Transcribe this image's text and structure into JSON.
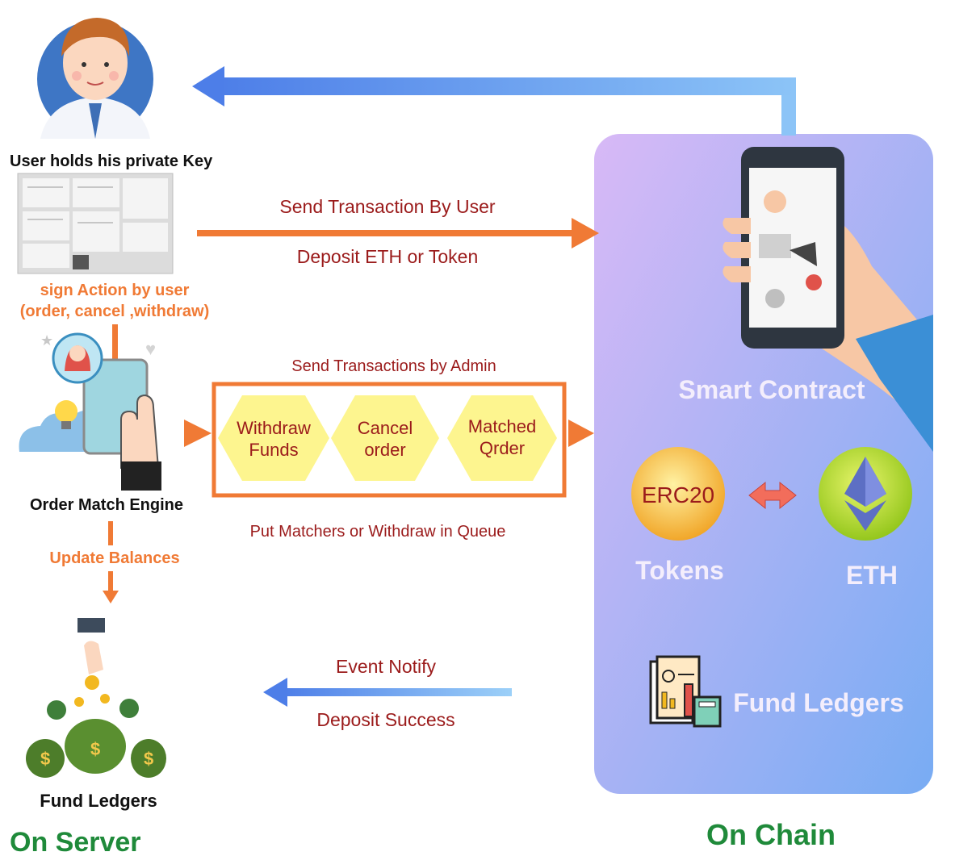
{
  "left": {
    "user_caption": "User holds his private Key",
    "sign_action_line1": "sign Action by user",
    "sign_action_line2": "(order, cancel ,withdraw)",
    "engine_caption": "Order Match Engine",
    "update_balances": "Update Balances",
    "fund_ledgers": "Fund Ledgers",
    "on_server": "On Server"
  },
  "middle": {
    "send_tx_user": "Send Transaction By User",
    "deposit": "Deposit ETH or Token",
    "send_tx_admin": "Send Transactions by Admin",
    "hexagons": [
      {
        "line1": "Withdraw",
        "line2": "Funds"
      },
      {
        "line1": "Cancel",
        "line2": "order"
      },
      {
        "line1": "Matched",
        "line2": "Qrder"
      }
    ],
    "queue": "Put Matchers or Withdraw in Queue",
    "event_notify": "Event Notify",
    "deposit_success": "Deposit Success"
  },
  "right": {
    "smart_contract": "Smart Contract",
    "erc20": "ERC20",
    "tokens": "Tokens",
    "eth": "ETH",
    "fund_ledgers": "Fund Ledgers",
    "on_chain": "On Chain"
  },
  "colors": {
    "orange": "#f07a35",
    "dark_red": "#9b1b1b",
    "blue": "#4a7fe6",
    "green": "#1f8a3a",
    "panel_top": "#d7b8f5",
    "panel_bottom": "#7fb0f2",
    "hex_fill": "#fdf58f"
  }
}
